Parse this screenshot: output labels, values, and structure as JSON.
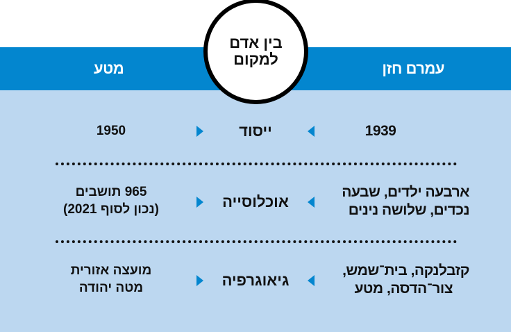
{
  "header": {
    "title_line1": "בין אדם",
    "title_line2": "למקום",
    "person": "עמרם חזן",
    "place": "מטע"
  },
  "rows": [
    {
      "label": "ייסוד",
      "person": [
        "1939"
      ],
      "place": [
        "1950"
      ]
    },
    {
      "label": "אוכלוסייה",
      "person": [
        "ארבעה ילדים, שבעה",
        "נכדים, שלושה נינים"
      ],
      "place": [
        "965 תושבים",
        "(נכון לסוף 2021)"
      ]
    },
    {
      "label": "גיאוגרפיה",
      "person": [
        "קזבלנקה, בית־שמש,",
        "צור־הדסה, מטע"
      ],
      "place": [
        "מועצה אזורית",
        "מטה יהודה"
      ]
    }
  ]
}
